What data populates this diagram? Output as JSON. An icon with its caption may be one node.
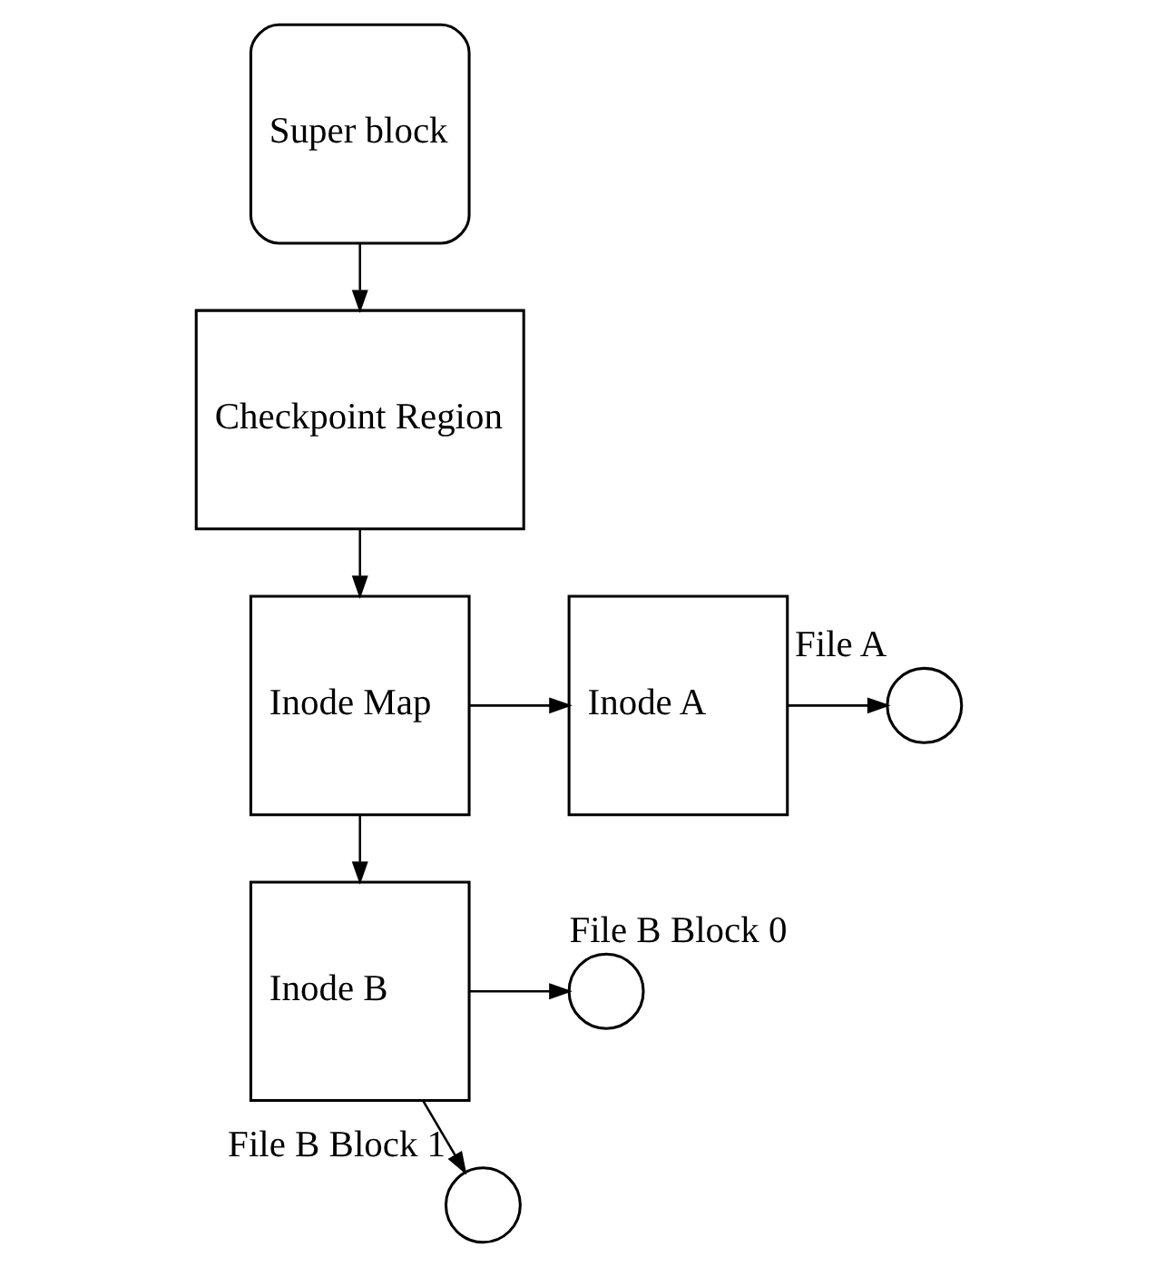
{
  "diagram": {
    "nodes": [
      {
        "text": [
          "Super block"
        ]
      },
      {
        "text": [
          "Checkpoint Region"
        ]
      },
      {
        "text": [
          "Inode Map"
        ]
      },
      {
        "text": [
          "Inode A"
        ]
      },
      {
        "text": [],
        "shape": "circle",
        "beside": [
          "File A"
        ]
      },
      {
        "text": [
          "Inode B"
        ]
      },
      {
        "text": [],
        "shape": "circle",
        "beside": [
          "File B Block 0"
        ]
      },
      {
        "text": [],
        "shape": "circle",
        "beside": [
          "File B Block 1"
        ]
      }
    ],
    "edges": [
      {
        "from": 0,
        "to": 1,
        "arrow": "to"
      },
      {
        "from": 1,
        "to": 2,
        "arrow": "to"
      },
      {
        "from": 2,
        "to": 3,
        "arrow": "to"
      },
      {
        "from": 2,
        "to": 5,
        "arrow": "to"
      },
      {
        "from": 3,
        "to": 4,
        "arrow": "to"
      },
      {
        "from": 5,
        "to": 6,
        "arrow": "to"
      },
      {
        "from": 5,
        "to": 7,
        "arrow": "to"
      }
    ]
  }
}
